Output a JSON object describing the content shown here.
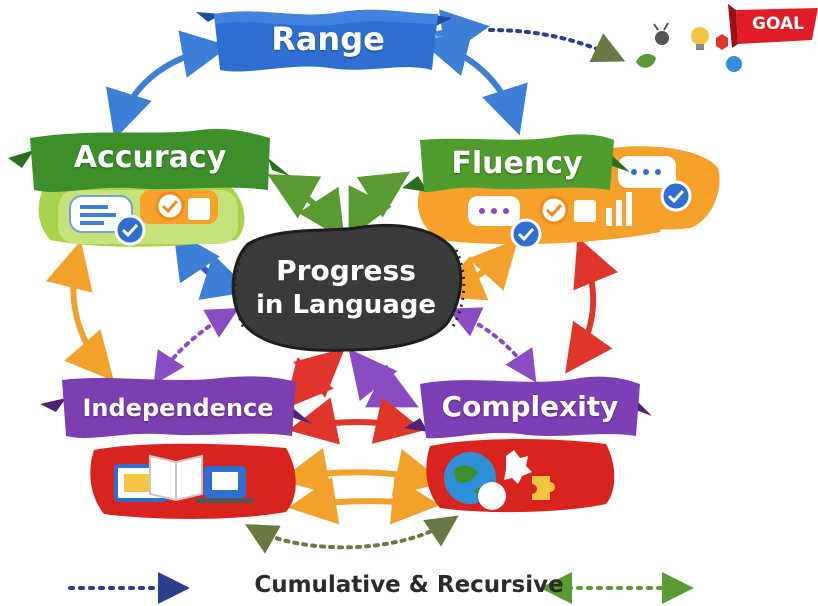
{
  "diagram": {
    "center": {
      "line1": "Progress",
      "line2": "in Language"
    },
    "nodes": {
      "range": "Range",
      "accuracy": "Accuracy",
      "fluency": "Fluency",
      "independence": "Independence",
      "complexity": "Complexity"
    },
    "goal_label": "GOAL",
    "footer": "Cumulative & Recursive",
    "colors": {
      "range": "#2f6fd1",
      "accuracy": "#3d8f2a",
      "fluency": "#4e9c2c",
      "independence": "#7b3fb1",
      "complexity": "#7d3fb5",
      "center": "#3a3a3a",
      "goal": "#e01d27",
      "arrow_blue": "#3d7fd6",
      "arrow_green": "#5a9a32",
      "arrow_orange": "#f2a22a",
      "arrow_red": "#e0352b",
      "arrow_purple": "#8a4cc2",
      "dotted_navy": "#2c3f8f"
    }
  }
}
